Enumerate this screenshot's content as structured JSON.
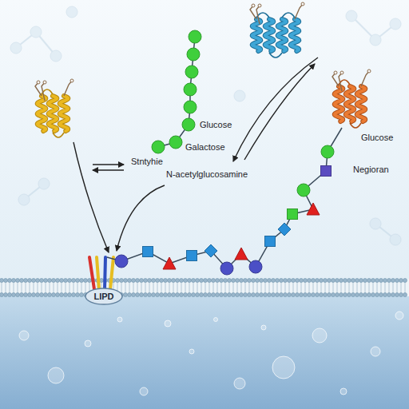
{
  "diagram": {
    "nodes": [
      {
        "text": [
          "LIPD"
        ]
      }
    ],
    "labels": [
      "Glucose",
      "Galactose",
      "Stntyhie",
      "N-acetylglucosamine",
      "Glucose",
      "Negioran"
    ]
  }
}
